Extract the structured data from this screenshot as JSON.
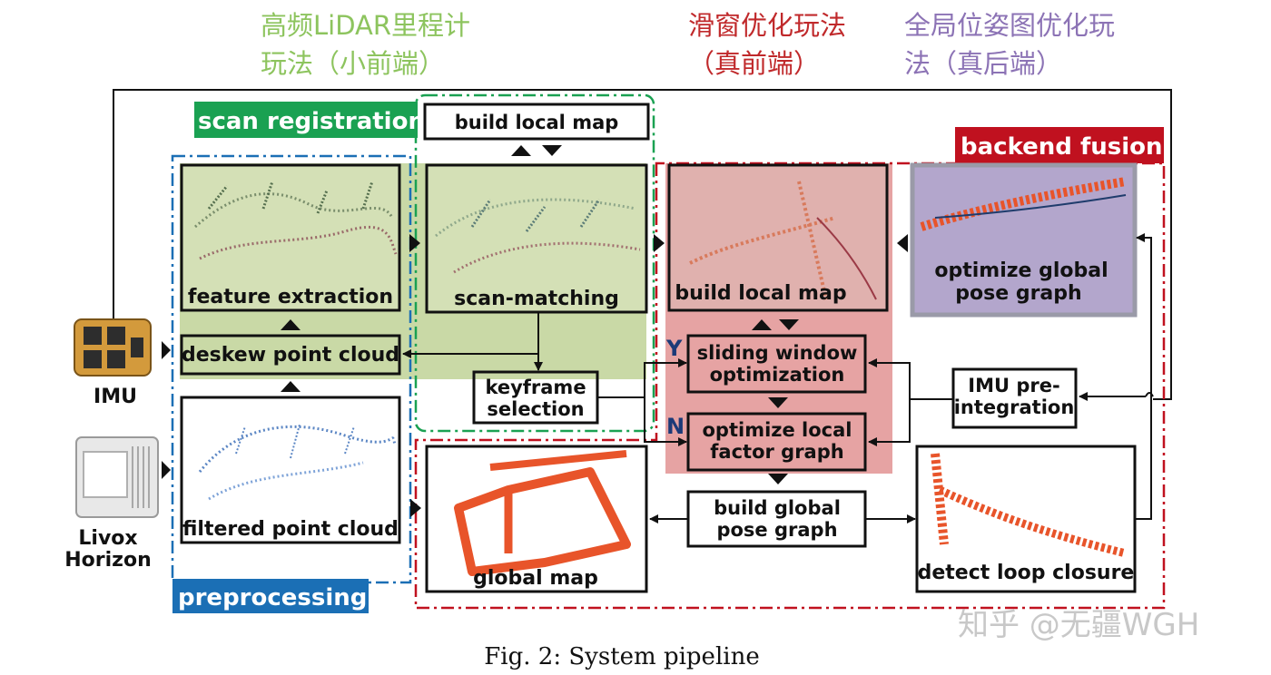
{
  "annotations": {
    "frontend_small": {
      "line1": "高频LiDAR里程计",
      "line2": "玩法（小前端）",
      "color": "#8dc45e"
    },
    "frontend_true": {
      "line1": "滑窗优化玩法",
      "line2": "（真前端）",
      "color": "#c0292b"
    },
    "backend_true": {
      "line1": "全局位姿图优化玩",
      "line2": "法（真后端）",
      "color": "#8c73b5"
    }
  },
  "groups": {
    "scan_registration": {
      "title": "scan registration",
      "color": "#1aa152"
    },
    "backend_fusion": {
      "title": "backend fusion",
      "color": "#c0111f"
    },
    "preprocessing": {
      "title": "preprocessing",
      "color": "#1b6fb5"
    }
  },
  "sensors": {
    "imu": "IMU",
    "livox_line1": "Livox",
    "livox_line2": "Horizon"
  },
  "modules": {
    "build_local_map_top": "build local map",
    "feature_extraction": "feature extraction",
    "scan_matching": "scan-matching",
    "deskew_point_cloud": "deskew point cloud",
    "filtered_point_cloud": "filtered point cloud",
    "keyframe_line1": "keyframe",
    "keyframe_line2": "selection",
    "build_local_map_backend": "build local map",
    "optimize_global_line1": "optimize global",
    "optimize_global_line2": "pose graph",
    "sliding_line1": "sliding window",
    "sliding_line2": "optimization",
    "optimize_local_line1": "optimize local",
    "optimize_local_line2": "factor graph",
    "imu_pre_line1": "IMU pre-",
    "imu_pre_line2": "integration",
    "build_global_line1": "build global",
    "build_global_line2": "pose graph",
    "global_map": "global  map",
    "detect_loop_closure": "detect loop closure"
  },
  "branch_labels": {
    "yes": "Y",
    "no": "N"
  },
  "caption": "Fig. 2: System pipeline",
  "watermark": "知乎 @无疆WGH",
  "colors": {
    "green_fill": "#c9d9a6",
    "red_fill": "#e6a3a3",
    "purple_fill": "#b3a6cc",
    "blue_dots": "#5b86c4",
    "map_orange": "#e8542a"
  }
}
